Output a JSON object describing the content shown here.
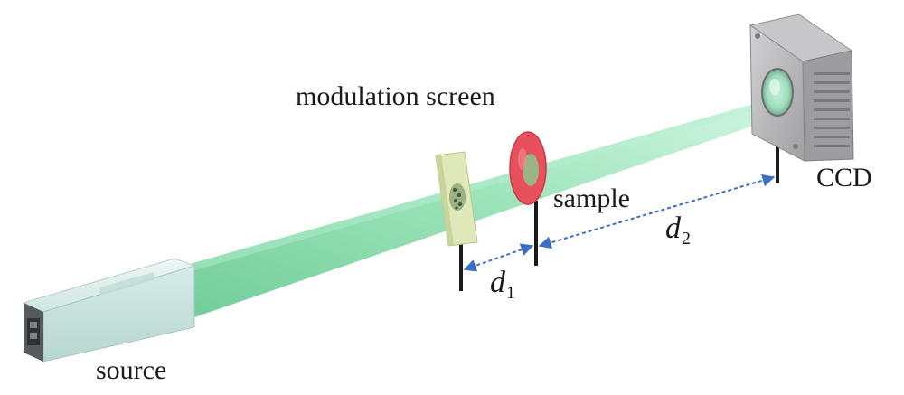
{
  "labels": {
    "modulation_screen": "modulation screen",
    "sample": "sample",
    "ccd": "CCD",
    "source": "source"
  },
  "distances": {
    "d1": {
      "symbol": "d",
      "subscript": "1"
    },
    "d2": {
      "symbol": "d",
      "subscript": "2"
    }
  },
  "colors": {
    "beam": "#6fd39a",
    "sample_disc": "#e8505b",
    "modulation_screen": "#dfe8b8",
    "ccd_body": "#a9a9ab",
    "source_body": "#d8ece9",
    "dimension_arrow": "#3b6fc4",
    "post": "#1a1a1a"
  }
}
